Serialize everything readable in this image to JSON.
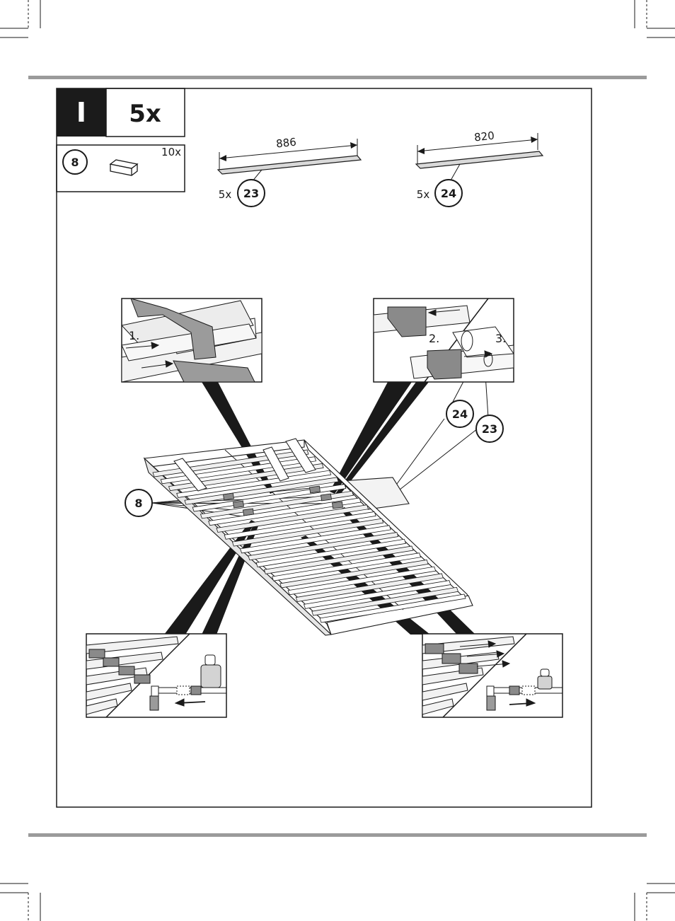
{
  "header": {
    "step_letter": "I",
    "repeat_count": "5x"
  },
  "parts_box": {
    "part_number": "8",
    "quantity": "10x"
  },
  "slats": [
    {
      "part_number": "23",
      "length": "886",
      "quantity": "5x"
    },
    {
      "part_number": "24",
      "length": "820",
      "quantity": "5x"
    }
  ],
  "detail_steps": {
    "step1": "1.",
    "step2": "2.",
    "step3": "3."
  },
  "callouts": {
    "part24": "24",
    "part23": "23",
    "part8": "8"
  },
  "colors": {
    "frame": "#1a1a1a",
    "band": "#9b9b9b",
    "part_grey": "#8a8a8a",
    "header_black": "#1b1b1b"
  }
}
